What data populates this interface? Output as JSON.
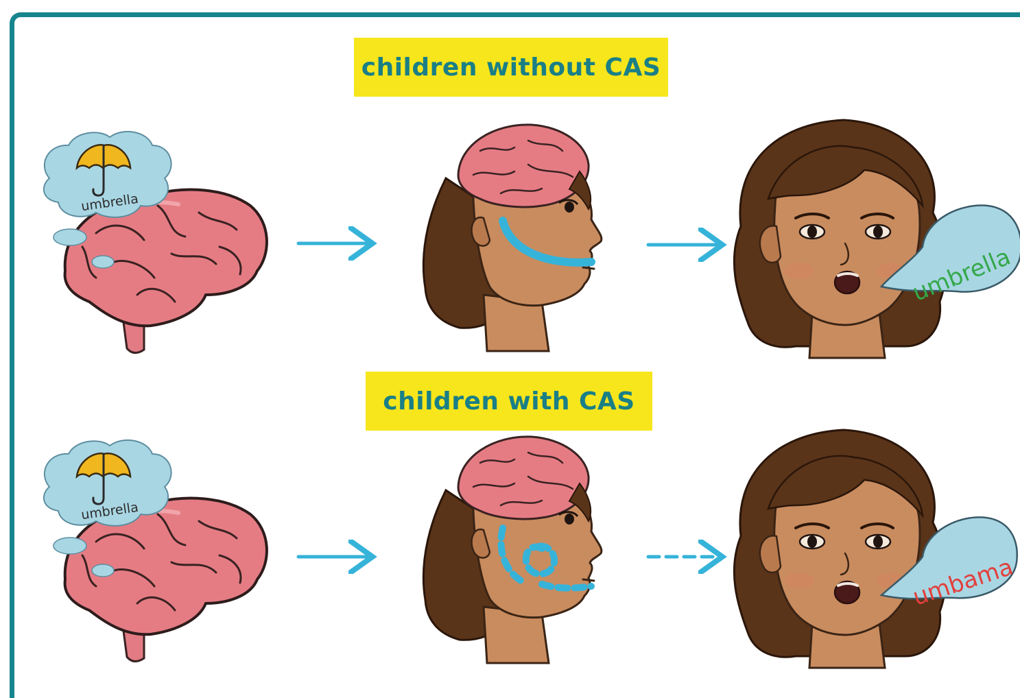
{
  "banners": {
    "without": "children without CAS",
    "with": "children with CAS"
  },
  "thought_words": {
    "top": "umbrella",
    "bottom": "umbrella"
  },
  "speech_words": {
    "correct": "umbrella",
    "incorrect": "umbama"
  },
  "colors": {
    "frame": "#17858d",
    "banner_bg": "#f6e61b",
    "banner_text": "#1a7f86",
    "arrow": "#36b3d9",
    "brain": "#e57c84",
    "cloud": "#a9d6e3",
    "hair": "#5a3419",
    "skin": "#c98c5f",
    "correct_word": "#34a84a",
    "incorrect_word": "#e2403d"
  },
  "arrows": {
    "top_row": [
      "solid",
      "solid"
    ],
    "bottom_row": [
      "solid",
      "dashed"
    ]
  }
}
